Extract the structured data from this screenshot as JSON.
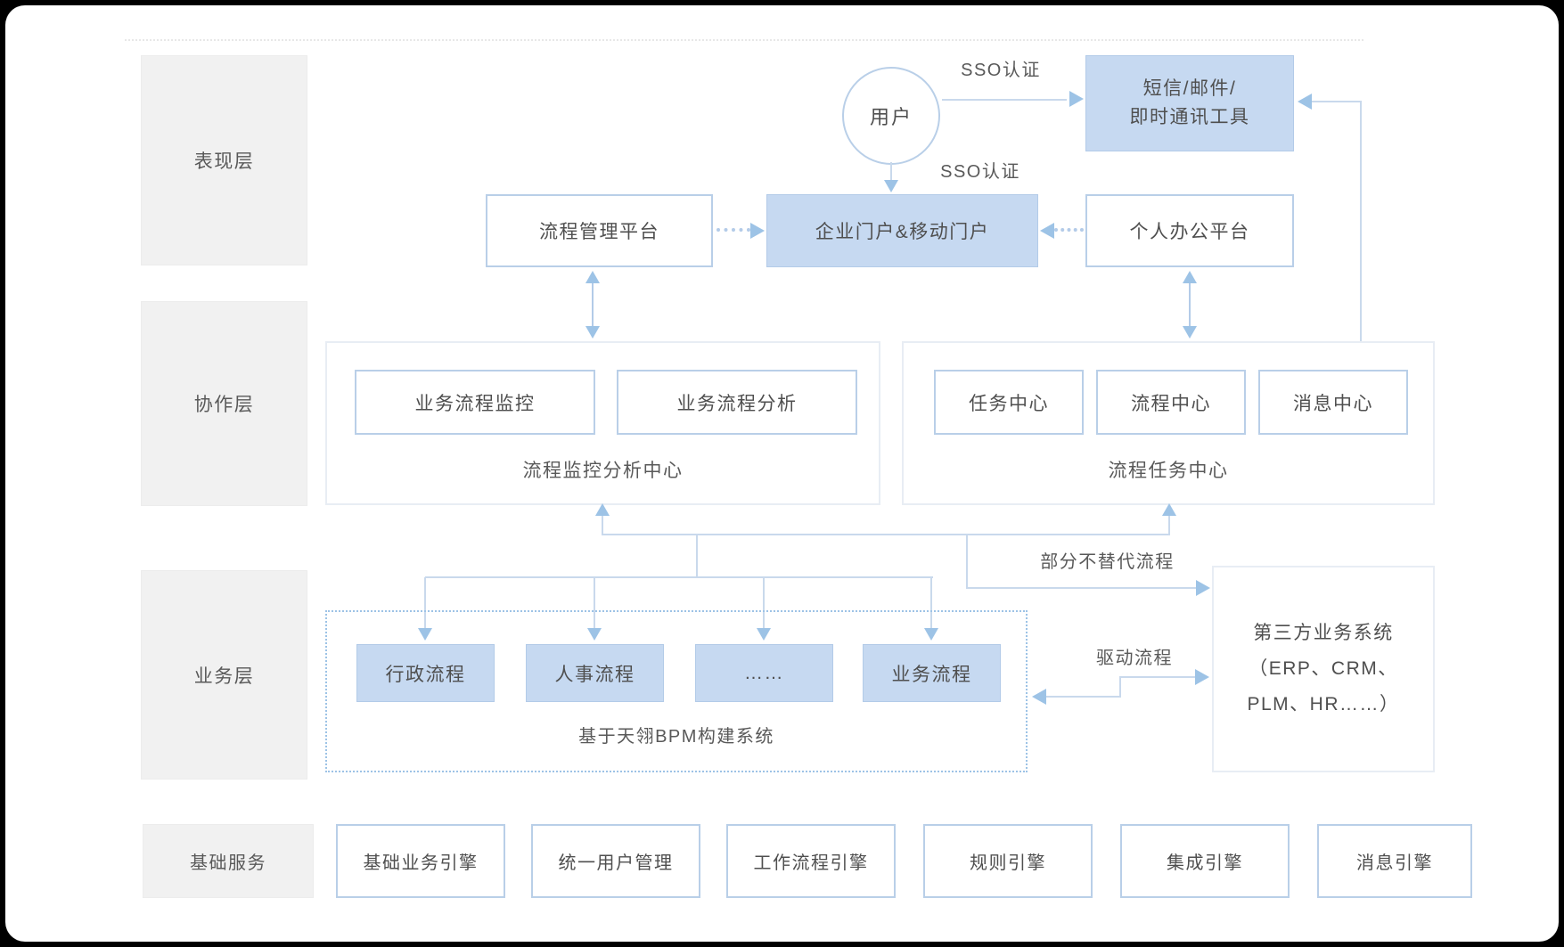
{
  "layers": {
    "presentation": "表现层",
    "collaboration": "协作层",
    "business": "业务层",
    "foundation": "基础服务"
  },
  "presentation": {
    "user": "用户",
    "sso_top": "SSO认证",
    "sso_mid": "SSO认证",
    "messaging_line1": "短信/邮件/",
    "messaging_line2": "即时通讯工具",
    "process_mgmt": "流程管理平台",
    "portal": "企业门户&移动门户",
    "personal_office": "个人办公平台"
  },
  "collaboration": {
    "monitor": "业务流程监控",
    "analysis": "业务流程分析",
    "monitor_center": "流程监控分析中心",
    "task": "任务中心",
    "process": "流程中心",
    "message": "消息中心",
    "task_center": "流程任务中心"
  },
  "business": {
    "admin": "行政流程",
    "hr": "人事流程",
    "ellipsis": "……",
    "biz": "业务流程",
    "bpm_note": "基于天翎BPM构建系统",
    "partial_label": "部分不替代流程",
    "drive_label": "驱动流程",
    "third_party_line1": "第三方业务系统",
    "third_party_line2": "（ERP、CRM、",
    "third_party_line3": "PLM、HR……）"
  },
  "foundation": {
    "engines": [
      "基础业务引擎",
      "统一用户管理",
      "工作流程引擎",
      "规则引擎",
      "集成引擎",
      "消息引擎"
    ]
  },
  "colors": {
    "accent_blue_fill": "#c6d9f1",
    "arrow_blue": "#9dc3e6",
    "line_blue": "#c9d9ec",
    "border_blue": "#b9cfe8",
    "layer_gray": "#f1f1f1",
    "text_gray": "#4f4f4f"
  }
}
